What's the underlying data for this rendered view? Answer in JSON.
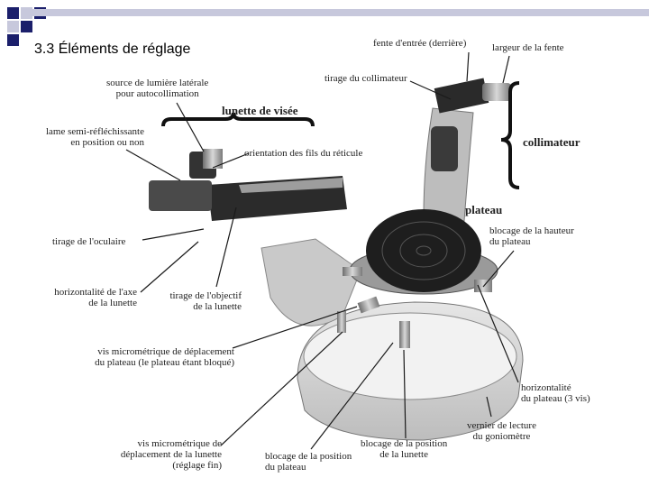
{
  "title": "3.3 Éléments de réglage",
  "labels": {
    "fente_entree": "fente d'entrée (derrière)",
    "largeur_fente": "largeur de la fente",
    "tirage_collimateur": "tirage du collimateur",
    "source_lumiere": [
      "source de lumière latérale",
      "pour autocollimation"
    ],
    "lunette_visee": "lunette de visée",
    "collimateur": "collimateur",
    "lame": [
      "lame semi-réfléchissante",
      "en position ou non"
    ],
    "orientation_fils": "orientation des fils du réticule",
    "plateau": "plateau",
    "blocage_hauteur": [
      "blocage de la hauteur",
      "du plateau"
    ],
    "tirage_oculaire": "tirage de l'oculaire",
    "horiz_axe": [
      "horizontalité de l'axe",
      "de la lunette"
    ],
    "tirage_objectif": [
      "tirage de l'objectif",
      "de la lunette"
    ],
    "vis_micro_plateau": [
      "vis micrométrique de déplacement",
      "du plateau (le plateau étant bloqué)"
    ],
    "horiz_plateau": [
      "horizontalité",
      "du plateau (3 vis)"
    ],
    "vernier": [
      "vernier de lecture",
      "du goniomètre"
    ],
    "vis_micro_lunette": [
      "vis micrométrique de",
      "déplacement de la lunette",
      "(réglage fin)"
    ],
    "blocage_position_lunette": [
      "blocage de la position",
      "de la lunette"
    ],
    "blocage_position_plateau": [
      "blocage de la position",
      "du plateau"
    ]
  },
  "colors": {
    "accent_navy": "#1b1f6b",
    "line": "#1a1a1a",
    "metal": "#8c8c8c"
  }
}
